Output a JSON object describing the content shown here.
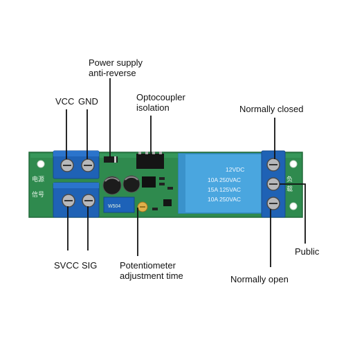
{
  "labels": {
    "power_supply_line1": "Power supply",
    "power_supply_line2": "anti-reverse",
    "vcc": "VCC",
    "gnd": "GND",
    "optocoupler_line1": "Optocoupler",
    "optocoupler_line2": "isolation",
    "normally_closed": "Normally closed",
    "svcc": "SVCC",
    "sig": "SIG",
    "potentiometer_line1": "Potentiometer",
    "potentiometer_line2": "adjustment time",
    "public": "Public",
    "normally_open": "Normally open"
  },
  "board": {
    "power_text": "电源",
    "signal_text": "信号",
    "load_text_1": "负",
    "load_text_2": "载",
    "pot_marking": "W504"
  },
  "relay": {
    "line1": "12VDC",
    "line2": "10A 250VAC",
    "line3": "15A 125VAC",
    "line4": "10A 250VAC"
  },
  "colors": {
    "pcb": "#2f8a4e",
    "pcb_edge": "#226a3a",
    "terminal_blue": "#1f62b5",
    "relay_blue": "#4aa6df",
    "leader": "#111111"
  }
}
